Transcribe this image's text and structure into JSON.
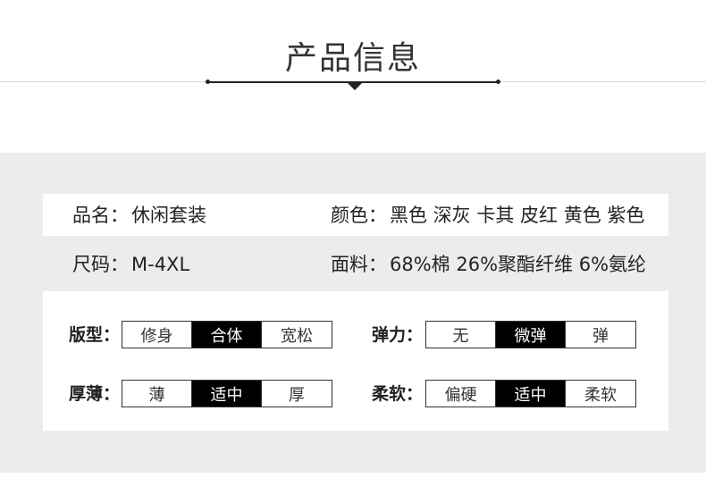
{
  "header": {
    "title": "产品信息"
  },
  "info": {
    "name_label": "品名：",
    "name_value": "休闲套装",
    "color_label": "颜色：",
    "color_value": "黑色 深灰 卡其 皮红 黄色 紫色",
    "size_label": "尺码：",
    "size_value": "M-4XL",
    "fabric_label": "面料：",
    "fabric_value": "68%棉 26%聚酯纤维 6%氨纶"
  },
  "attributes": [
    {
      "label": "版型：",
      "options": [
        "修身",
        "合体",
        "宽松"
      ],
      "selected": 1
    },
    {
      "label": "弹力：",
      "options": [
        "无",
        "微弹",
        "弹"
      ],
      "selected": 1
    },
    {
      "label": "厚薄：",
      "options": [
        "薄",
        "适中",
        "厚"
      ],
      "selected": 1
    },
    {
      "label": "柔软：",
      "options": [
        "偏硬",
        "适中",
        "柔软"
      ],
      "selected": 1
    }
  ],
  "colors": {
    "selected_bg": "#000000",
    "band_bg": "#ececec"
  }
}
